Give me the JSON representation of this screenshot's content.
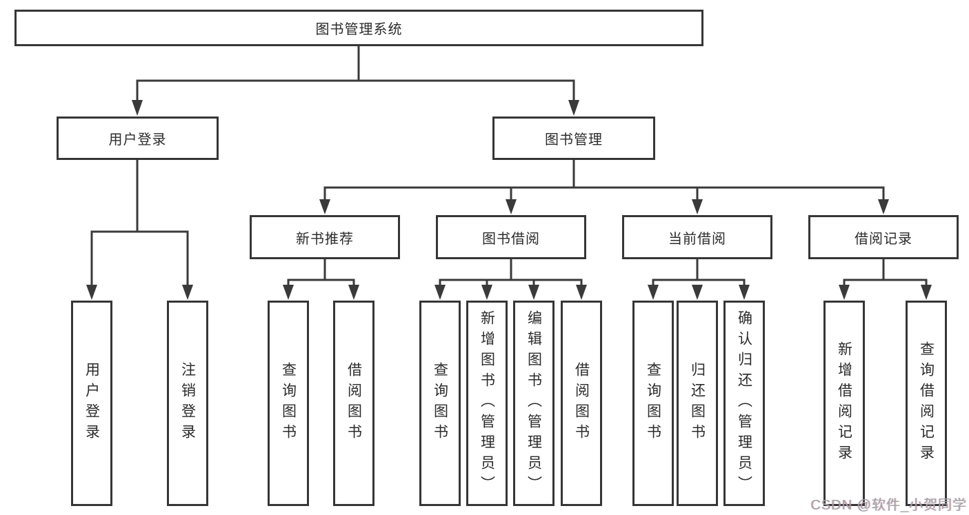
{
  "tree": {
    "root": {
      "label": "图书管理系统"
    },
    "branches": [
      {
        "label": "用户登录",
        "children": [
          {
            "label": "用户登录"
          },
          {
            "label": "注销登录"
          }
        ]
      },
      {
        "label": "图书管理",
        "children": [
          {
            "label": "新书推荐",
            "children": [
              {
                "label": "查询图书"
              },
              {
                "label": "借阅图书"
              }
            ]
          },
          {
            "label": "图书借阅",
            "children": [
              {
                "label": "查询图书"
              },
              {
                "label": "新增图书（管理员）"
              },
              {
                "label": "编辑图书（管理员）"
              },
              {
                "label": "借阅图书"
              }
            ]
          },
          {
            "label": "当前借阅",
            "children": [
              {
                "label": "查询图书"
              },
              {
                "label": "归还图书"
              },
              {
                "label": "确认归还（管理员）"
              }
            ]
          },
          {
            "label": "借阅记录",
            "children": [
              {
                "label": "新增借阅记录"
              },
              {
                "label": "查询借阅记录"
              }
            ]
          }
        ]
      }
    ]
  },
  "watermark": {
    "text": "CSDN @软件_小贺同学"
  },
  "colors": {
    "line": "#3a3a3a",
    "box_border": "#363636",
    "text": "#2b2b2b",
    "background": "#ffffff",
    "watermark": "#a3a3a3"
  }
}
